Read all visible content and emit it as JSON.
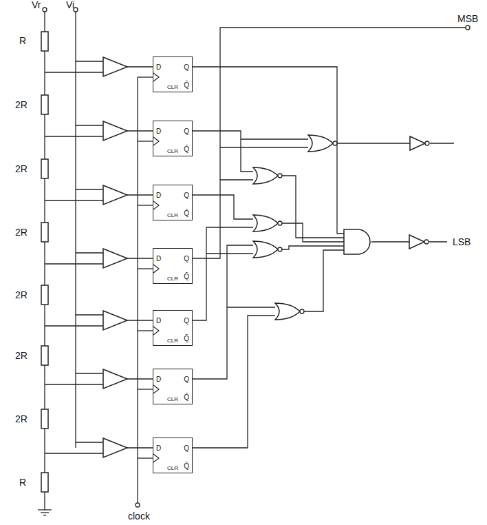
{
  "diagram": {
    "nodes": [
      {
        "text": [
          "D",
          "Q",
          "Q̄",
          "CLR"
        ]
      },
      {
        "text": [
          "D",
          "Q",
          "Q̄",
          "CLR"
        ]
      },
      {
        "text": [
          "D",
          "Q",
          "Q̄",
          "CLR"
        ]
      },
      {
        "text": [
          "D",
          "Q",
          "Q̄",
          "CLR"
        ]
      },
      {
        "text": [
          "D",
          "Q",
          "Q̄",
          "CLR"
        ]
      },
      {
        "text": [
          "D",
          "Q",
          "Q̄",
          "CLR"
        ]
      },
      {
        "text": [
          "D",
          "Q",
          "Q̄",
          "CLR"
        ]
      }
    ],
    "labels": [
      "Vr",
      "Vi",
      "R",
      "2R",
      "2R",
      "2R",
      "2R",
      "2R",
      "2R",
      "R",
      "MSB",
      "LSB",
      "clock"
    ]
  }
}
